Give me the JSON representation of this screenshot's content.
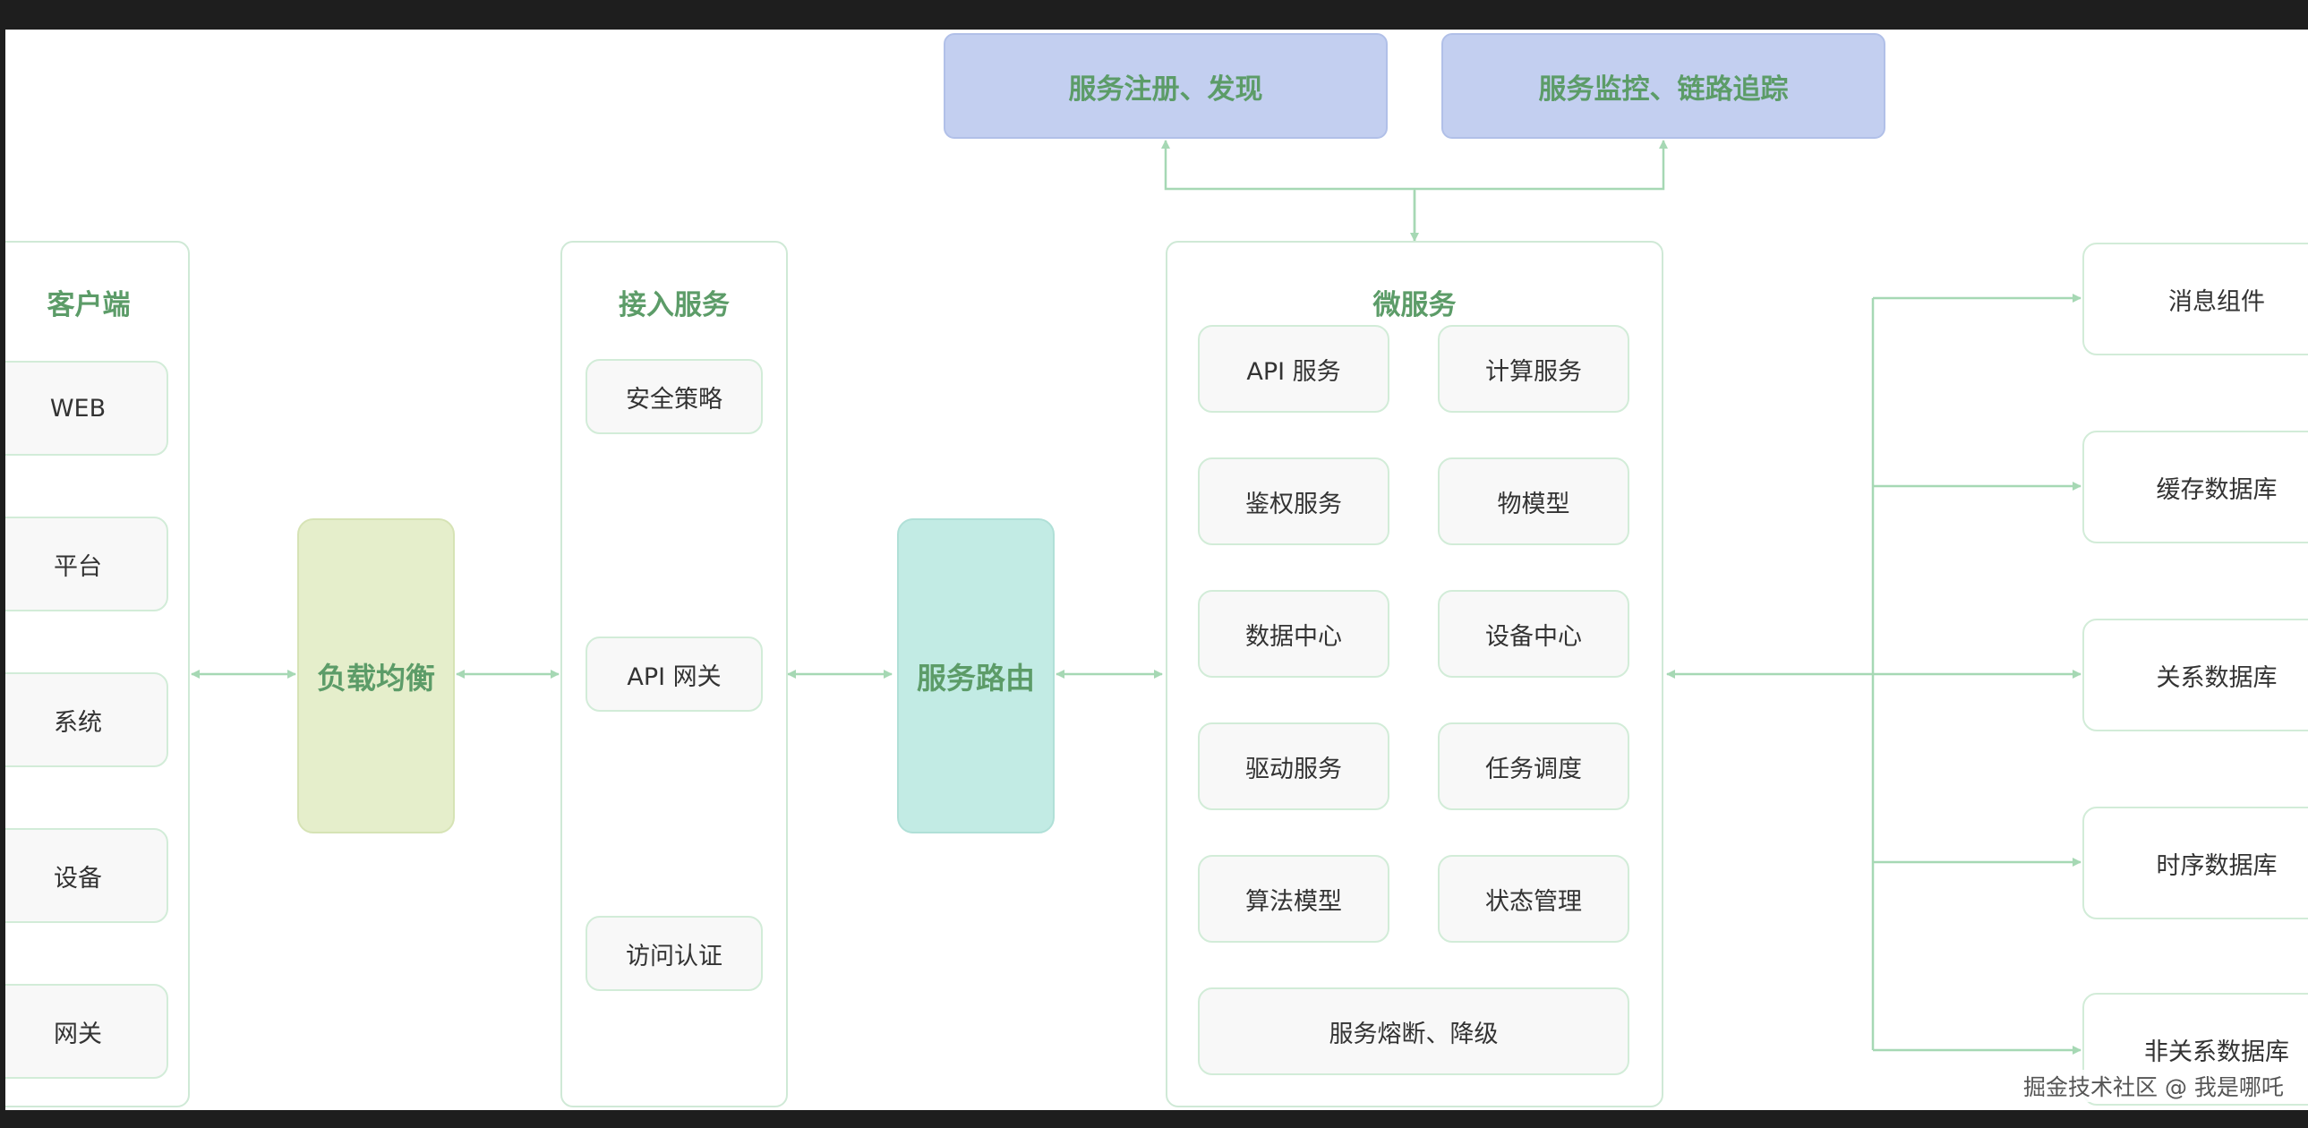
{
  "top": {
    "registry": "服务注册、发现",
    "monitoring": "服务监控、链路追踪"
  },
  "client": {
    "title": "客户端",
    "items": [
      "WEB",
      "平台",
      "系统",
      "设备",
      "网关"
    ]
  },
  "load_balancer": {
    "label": "负载均衡"
  },
  "access": {
    "title": "接入服务",
    "items": [
      "安全策略",
      "API 网关",
      "访问认证"
    ]
  },
  "router": {
    "label": "服务路由"
  },
  "micro": {
    "title": "微服务",
    "items": [
      "API 服务",
      "计算服务",
      "鉴权服务",
      "物模型",
      "数据中心",
      "设备中心",
      "驱动服务",
      "任务调度",
      "算法模型",
      "状态管理"
    ],
    "footer": "服务熔断、降级"
  },
  "storage": {
    "items": [
      "消息组件",
      "缓存数据库",
      "关系数据库",
      "时序数据库",
      "非关系数据库"
    ]
  },
  "watermark": "掘金技术社区 @ 我是哪吒",
  "colors": {
    "line": "#a6d8b4",
    "title_green": "#5c9c68",
    "top_box": "#c3cff0",
    "lb": "#e5eecb",
    "router": "#c2ebe4"
  }
}
